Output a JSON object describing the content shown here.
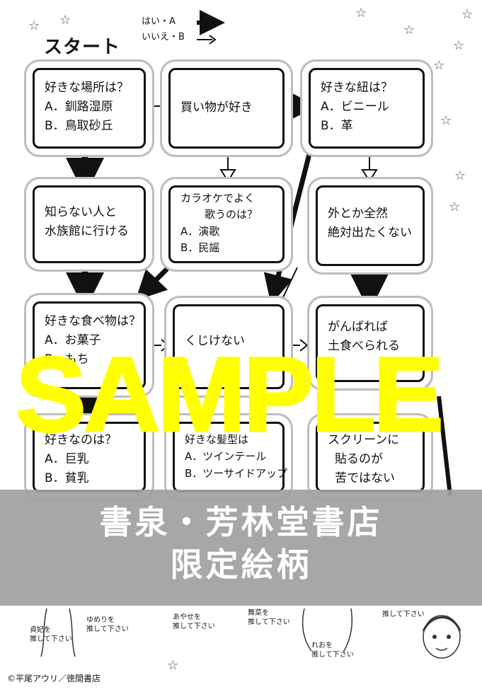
{
  "legend": {
    "yes": "はい・A",
    "no": "いいえ・B"
  },
  "start": "スタート",
  "boxes": {
    "q1": {
      "line1": "好きな場所は？",
      "line2": "A．釧路湿原",
      "line3": "B．鳥取砂丘"
    },
    "q2": {
      "line1": "買い物が好き"
    },
    "q3": {
      "line1": "好きな紐は？",
      "line2": "A．ビニール",
      "line3": "B．革"
    },
    "q4": {
      "line1": "知らない人と",
      "line2": "水族館に行ける"
    },
    "q5": {
      "line1": "カラオケでよく",
      "line2": "歌うのは？",
      "line3": "A．演歌",
      "line4": "B．民謡"
    },
    "q6": {
      "line1": "外とか全然",
      "line2": "絶対出たくない"
    },
    "q7": {
      "line1": "好きな食べ物は？",
      "line2": "A．お菓子",
      "line3": "B．もち"
    },
    "q8": {
      "line1": "くじけない"
    },
    "q9": {
      "line1": "がんばれば",
      "line2": "土食べられる"
    },
    "q10": {
      "line1": "好きなのは？",
      "line2": "A．巨乳",
      "line3": "B．貧乳"
    },
    "q11": {
      "line1": "好きな髪型は",
      "line2": "A．ツインテール",
      "line3": "B．ツーサイドアップ"
    },
    "q12": {
      "line1": "スクリーンに",
      "line2": "貼るのが",
      "line3": "苦ではない"
    }
  },
  "watermark": {
    "sample": "SAMPLE",
    "line1": "書泉・芳林堂書店",
    "line2": "限定絵柄"
  },
  "results": [
    {
      "l1": "貞妃を",
      "l2": "推して下さい"
    },
    {
      "l1": "ゆめりを",
      "l2": "推して下さい"
    },
    {
      "l1": "あやせを",
      "l2": "推して下さい"
    },
    {
      "l1": "舞菜を",
      "l2": "推して下さい"
    },
    {
      "l1": "れおを",
      "l2": "推して下さい"
    },
    {
      "l1": "推して下さい"
    }
  ],
  "copyright": "©平尾アウリ／徳間書店",
  "colors": {
    "sample": "#ffff00",
    "banner": "#a0a0a0",
    "ink": "#111111"
  }
}
